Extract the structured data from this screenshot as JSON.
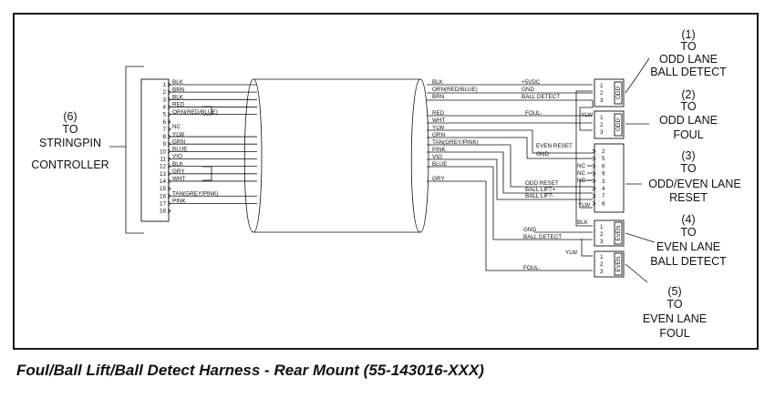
{
  "caption": "Foul/Ball Lift/Ball Detect Harness - Rear Mount (55-143016-XXX)",
  "left_connector": {
    "label": [
      "(6)",
      "TO",
      "STRINGPIN",
      "CONTROLLER"
    ],
    "pins": [
      "1",
      "2",
      "3",
      "4",
      "5",
      "6",
      "7",
      "8",
      "9",
      "10",
      "11",
      "12",
      "13",
      "14",
      "15",
      "16",
      "17",
      "18"
    ],
    "wires": [
      "BLK",
      "BRN",
      "BLK",
      "RED",
      "ORN(RED/BLUE)",
      "",
      "NC",
      "YLW",
      "GRN",
      "BLUE",
      "VIO",
      "BLK",
      "GRY",
      "WHT",
      "",
      "TAN(GREY/PINK)",
      "PINK",
      ""
    ]
  },
  "right_wires": [
    "BLK",
    "ORN(RED/BLUE)",
    "BRN",
    "RED",
    "WHT",
    "YLW",
    "GRN",
    "TAN(GREY/PINK)",
    "PINK",
    "VIO",
    "BLUE",
    "GRY"
  ],
  "signals": {
    "v5": "+5VDC",
    "gnd": "GND",
    "ball_detect": "BALL DETECT",
    "foul": "FOUL-",
    "even_reset": "EVEN RESET",
    "odd_reset": "ODD RESET",
    "ball_lift_p": "BALL LIFT+",
    "ball_lift_m": "BALL LIFT-",
    "nc": "NC",
    "ylw": "YLW",
    "blk": "BLK"
  },
  "connectors": {
    "c1": {
      "tag": "ODD",
      "pins": [
        "1",
        "2",
        "3"
      ],
      "label": [
        "(1)",
        "TO",
        "ODD LANE",
        "BALL DETECT"
      ]
    },
    "c2": {
      "tag": "ODD",
      "pins": [
        "1",
        "2",
        "3"
      ],
      "label": [
        "(2)",
        "TO",
        "ODD LANE",
        "FOUL"
      ]
    },
    "c3": {
      "pins": [
        "2",
        "5",
        "6",
        "9",
        "3",
        "4",
        "7",
        "8"
      ],
      "label": [
        "(3)",
        "TO",
        "ODD/EVEN LANE",
        "RESET"
      ]
    },
    "c4": {
      "tag": "EVEN",
      "pins": [
        "1",
        "2",
        "3"
      ],
      "label": [
        "(4)",
        "TO",
        "EVEN LANE",
        "BALL DETECT"
      ]
    },
    "c5": {
      "tag": "EVEN",
      "pins": [
        "1",
        "2",
        "3"
      ],
      "label": [
        "(5)",
        "TO",
        "EVEN LANE",
        "FOUL"
      ]
    }
  }
}
